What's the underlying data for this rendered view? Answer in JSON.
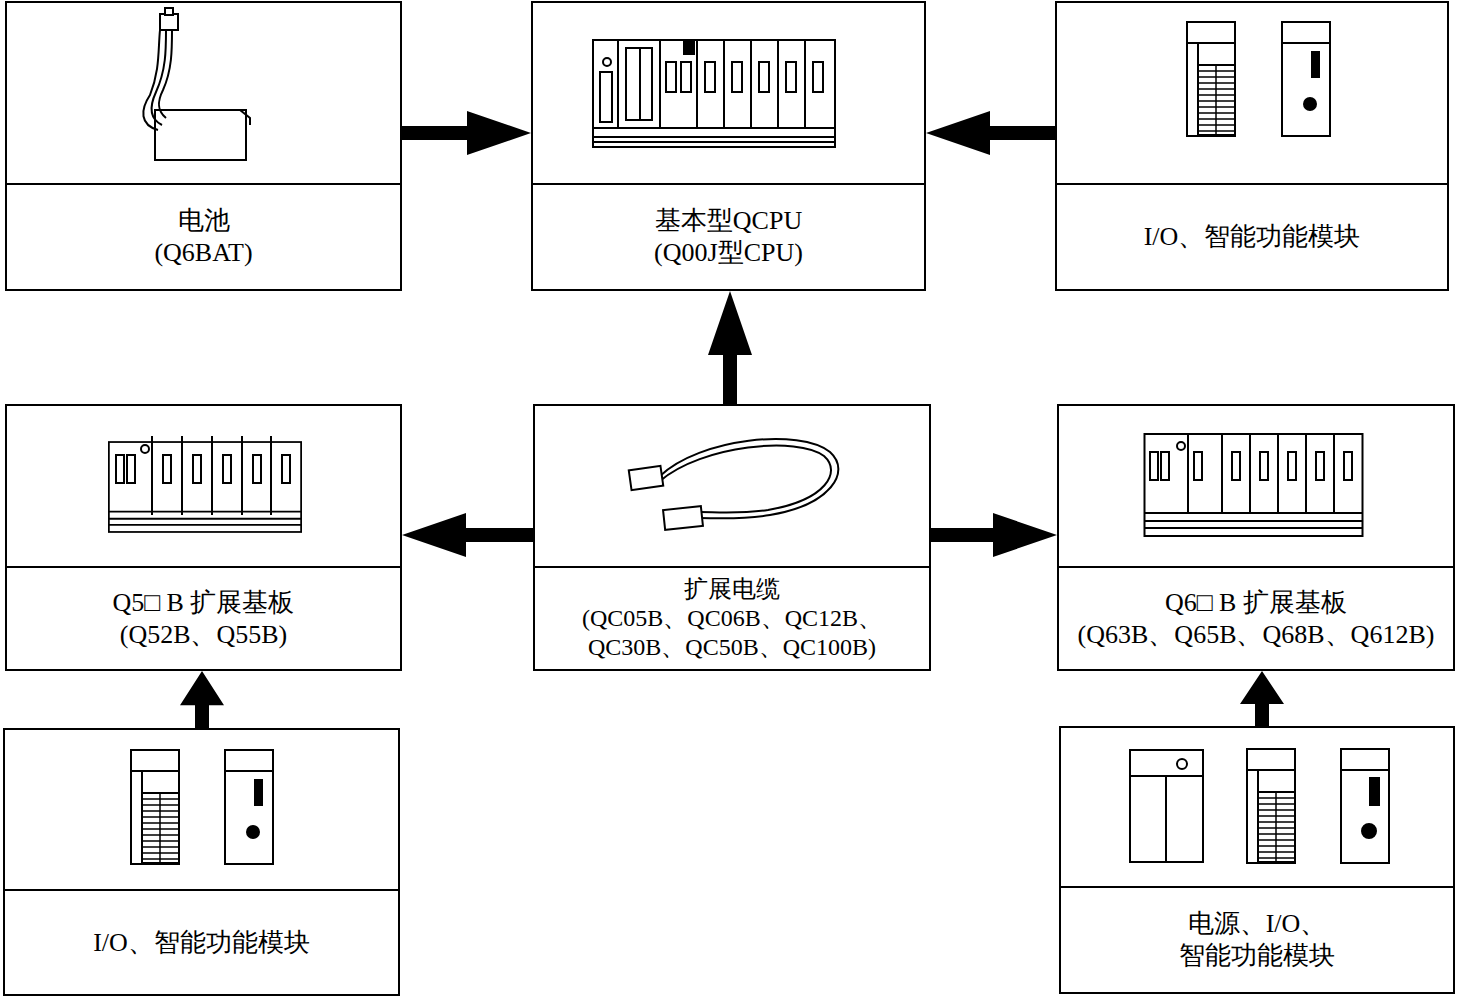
{
  "diagram": {
    "nodes": [
      {
        "text": [
          "电池",
          "(Q6BAT)"
        ]
      },
      {
        "text": [
          "基本型QCPU",
          "(Q00J型CPU)"
        ]
      },
      {
        "text": [
          "I/O、智能功能模块"
        ]
      },
      {
        "text": [
          "Q5□ B 扩展基板",
          "(Q52B、Q55B)"
        ]
      },
      {
        "text": [
          "扩展电缆",
          "(QC05B、QC06B、QC12B、",
          "QC30B、QC50B、QC100B)"
        ]
      },
      {
        "text": [
          "Q6□ B 扩展基板",
          "(Q63B、Q65B、Q68B、Q612B)"
        ]
      },
      {
        "text": [
          "I/O、智能功能模块"
        ]
      },
      {
        "text": [
          "电源、I/O、",
          "智能功能模块"
        ]
      }
    ],
    "edges": [
      {
        "from": 0,
        "to": 1,
        "arrow": "to"
      },
      {
        "from": 2,
        "to": 1,
        "arrow": "to"
      },
      {
        "from": 4,
        "to": 1,
        "arrow": "to"
      },
      {
        "from": 4,
        "to": 3,
        "arrow": "to"
      },
      {
        "from": 4,
        "to": 5,
        "arrow": "to"
      },
      {
        "from": 6,
        "to": 3,
        "arrow": "to"
      },
      {
        "from": 7,
        "to": 5,
        "arrow": "to"
      }
    ]
  }
}
